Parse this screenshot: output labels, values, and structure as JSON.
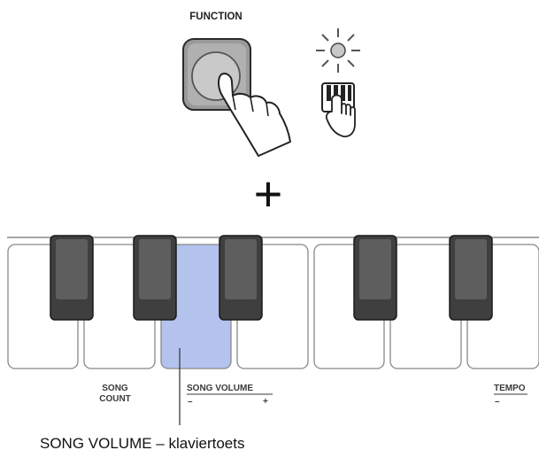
{
  "function_label": "FUNCTION",
  "plus_sign": "+",
  "keyboard": {
    "white_key_count": 7,
    "highlighted_white_key_index": 2,
    "highlight_color": "#b4c3ee",
    "black_key_color": "#3f3f3f"
  },
  "key_labels": {
    "song_count_line1": "SONG",
    "song_count_line2": "COUNT",
    "song_volume": "SONG VOLUME",
    "song_volume_minus": "–",
    "song_volume_plus": "+",
    "tempo": "TEMPO",
    "tempo_minus": "–"
  },
  "caption": "SONG VOLUME – klaviertoets"
}
